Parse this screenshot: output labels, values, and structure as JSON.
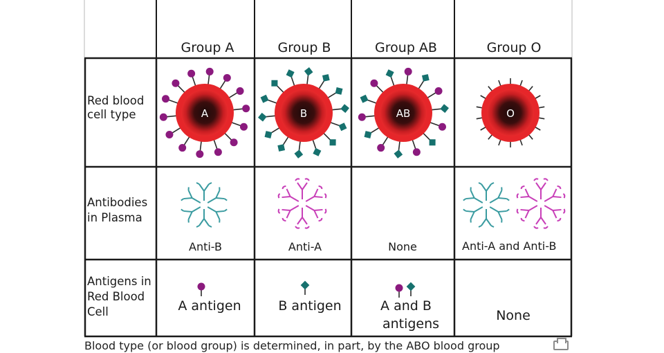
{
  "columns": [
    "Group A",
    "Group B",
    "Group AB",
    "Group O"
  ],
  "rows": [
    {
      "lines": [
        "Red blood",
        "cell type"
      ]
    },
    {
      "lines": [
        "Antibodies",
        "in Plasma"
      ]
    },
    {
      "lines": [
        "Antigens in",
        "Red Blood",
        "Cell"
      ]
    }
  ],
  "cells": {
    "letters": [
      "A",
      "B",
      "AB",
      "O"
    ],
    "antibodies": [
      "Anti-B",
      "Anti-A",
      "None",
      "Anti-A and Anti-B"
    ],
    "antigens": [
      [
        "A antigen"
      ],
      [
        "B antigen"
      ],
      [
        "A and B",
        "antigens"
      ],
      [
        "None"
      ]
    ]
  },
  "caption": "Blood type (or blood group) is determined, in part, by the ABO blood group",
  "icons": {
    "enlarge": "enlarge-icon",
    "antigen_a": "antigen-a-icon",
    "antigen_b": "antigen-b-icon",
    "antibody_anti_a": "anti-a-antibody-icon",
    "antibody_anti_b": "anti-b-antibody-icon"
  },
  "colors": {
    "antigen_a": "#8b1a7e",
    "antigen_b": "#16716e",
    "anti_a": "#c83fb8",
    "anti_b": "#3a9ba0",
    "cell": "#e6262a",
    "grid": "#1a1a1a"
  }
}
